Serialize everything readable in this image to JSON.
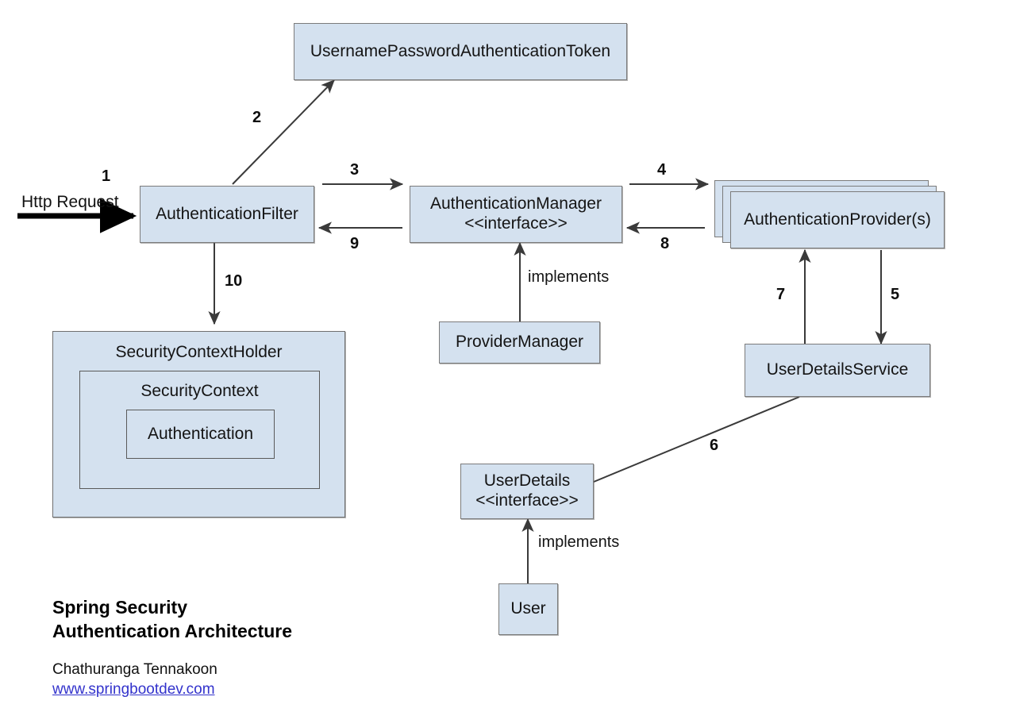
{
  "diagram": {
    "title": "Spring Security\nAuthentication Architecture",
    "author": "Chathuranga Tennakoon",
    "link": "www.springbootdev.com",
    "entry_label": "Http Request",
    "colors": {
      "node_fill": "#d4e1ef",
      "node_border": "#7b7b7b",
      "link": "#3333cc",
      "text": "#141414",
      "edge": "#3a3a3a"
    },
    "nodes": [
      {
        "id": "token",
        "label": "UsernamePasswordAuthenticationToken"
      },
      {
        "id": "filter",
        "label": "AuthenticationFilter"
      },
      {
        "id": "manager",
        "label": "AuthenticationManager\n<<interface>>"
      },
      {
        "id": "provider",
        "label": "AuthenticationProvider(s)"
      },
      {
        "id": "providermanager",
        "label": "ProviderManager"
      },
      {
        "id": "userdetailsservice",
        "label": "UserDetailsService"
      },
      {
        "id": "userdetails",
        "label": "UserDetails\n<<interface>>"
      },
      {
        "id": "user",
        "label": "User"
      },
      {
        "id": "securitycontextholder",
        "label": "SecurityContextHolder"
      },
      {
        "id": "securitycontext",
        "label": "SecurityContext"
      },
      {
        "id": "authentication",
        "label": "Authentication"
      }
    ],
    "edges": [
      {
        "id": "e1",
        "label": "1",
        "from": "http-request",
        "to": "filter",
        "note": ""
      },
      {
        "id": "e2",
        "label": "2",
        "from": "filter",
        "to": "token",
        "note": ""
      },
      {
        "id": "e3",
        "label": "3",
        "from": "filter",
        "to": "manager",
        "note": ""
      },
      {
        "id": "e4",
        "label": "4",
        "from": "manager",
        "to": "provider",
        "note": ""
      },
      {
        "id": "e5",
        "label": "5",
        "from": "provider",
        "to": "userdetailsservice",
        "note": ""
      },
      {
        "id": "e6",
        "label": "6",
        "from": "userdetails",
        "to": "userdetailsservice",
        "note": ""
      },
      {
        "id": "e7",
        "label": "7",
        "from": "userdetailsservice",
        "to": "provider",
        "note": ""
      },
      {
        "id": "e8",
        "label": "8",
        "from": "provider",
        "to": "manager",
        "note": ""
      },
      {
        "id": "e9",
        "label": "9",
        "from": "manager",
        "to": "filter",
        "note": ""
      },
      {
        "id": "e10",
        "label": "10",
        "from": "filter",
        "to": "securitycontextholder",
        "note": ""
      },
      {
        "id": "e11",
        "label": "",
        "from": "providermanager",
        "to": "manager",
        "note": "implements"
      },
      {
        "id": "e12",
        "label": "",
        "from": "user",
        "to": "userdetails",
        "note": "implements"
      }
    ]
  }
}
